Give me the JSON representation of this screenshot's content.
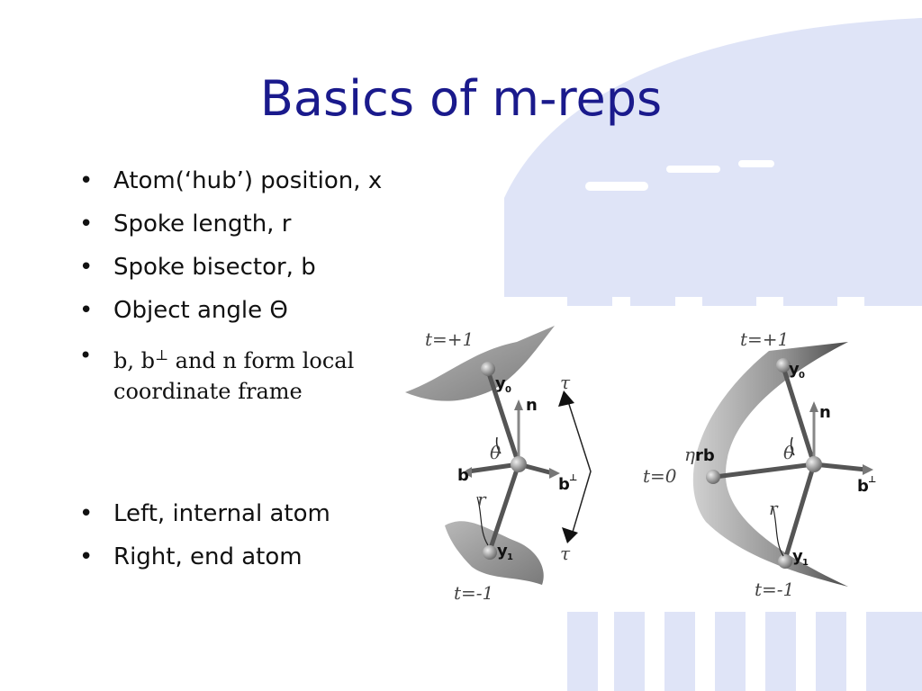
{
  "slide": {
    "title": "Basics of m-reps",
    "bullets_top": [
      "Atom(‘hub’) position, x",
      "Spoke length, r",
      "Spoke bisector, b",
      "Object angle Θ"
    ],
    "bullet_frame": {
      "text_a": "b, b",
      "sup": "⊥",
      "text_b": " and n form local coordinate frame"
    },
    "bullets_bottom": [
      "Left, internal atom",
      "Right, end atom"
    ],
    "bullet_symbol": "•"
  },
  "figure": {
    "left": {
      "t_top": "t=+1",
      "t_bottom": "t=-1",
      "y0": "y",
      "y0_sub": "0",
      "y1": "y",
      "y1_sub": "1",
      "n": "n",
      "b": "b",
      "bperp": "b",
      "bperp_sup": "⊥",
      "theta": "θ",
      "r": "r",
      "tau_top": "τ",
      "tau_bottom": "τ"
    },
    "right": {
      "t_top": "t=+1",
      "t_mid": "t=0",
      "t_bottom": "t=-1",
      "y0": "y",
      "y0_sub": "0",
      "y1": "y",
      "y1_sub": "1",
      "n": "n",
      "bperp": "b",
      "bperp_sup": "⊥",
      "theta": "θ",
      "r": "r",
      "eta": "η",
      "eta_rb": "rb"
    }
  },
  "colors": {
    "title": "#1a1a8c",
    "background_column": "#dfe4f7"
  }
}
